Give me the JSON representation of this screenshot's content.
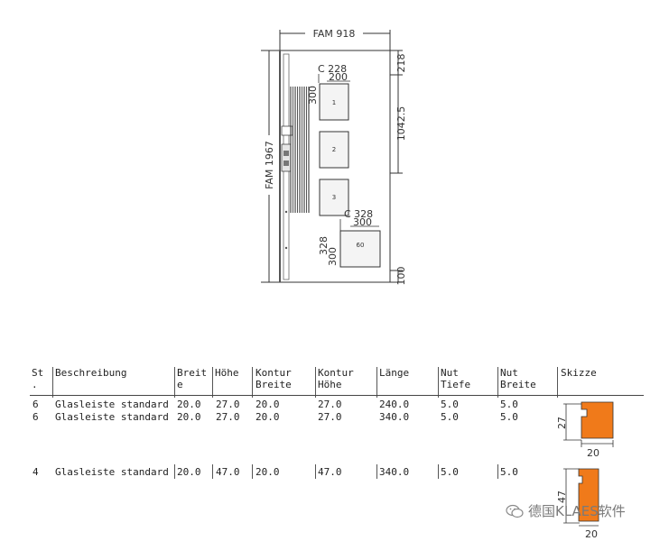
{
  "drawing": {
    "overall_width": "FAM 918",
    "overall_height": "FAM 1967",
    "dim_top_offset": "218",
    "dim_upper_span": "1042.5",
    "dim_bottom_offset": "100",
    "upper_bead_a": "C 228",
    "upper_bead_b": "200",
    "upper_bead_side": "300",
    "lower_bead_a": "C 328",
    "lower_bead_b": "300",
    "lower_bead_side_a": "328",
    "lower_bead_side_b": "300",
    "panes": [
      "1",
      "2",
      "3",
      "60"
    ]
  },
  "table": {
    "headers": {
      "st": "St",
      "st2": ".",
      "beschreibung": "Beschreibung",
      "breite": "Breit",
      "breite2": "e",
      "hoehe": "Höhe",
      "kontur_breite": "Kontur",
      "kontur_breite2": "Breite",
      "kontur_hoehe": "Kontur",
      "kontur_hoehe2": "Höhe",
      "laenge": "Länge",
      "nut_tiefe": "Nut",
      "nut_tiefe2": "Tiefe",
      "nut_breite": "Nut",
      "nut_breite2": "Breite",
      "skizze": "Skizze"
    },
    "rows": [
      {
        "st": "6",
        "beschreibung": "Glasleiste standard",
        "breite": "20.0",
        "hoehe": "27.0",
        "kontur_breite": "20.0",
        "kontur_hoehe": "27.0",
        "laenge": "240.0",
        "nut_tiefe": "5.0",
        "nut_breite": "5.0"
      },
      {
        "st": "6",
        "beschreibung": "Glasleiste standard",
        "breite": "20.0",
        "hoehe": "27.0",
        "kontur_breite": "20.0",
        "kontur_hoehe": "27.0",
        "laenge": "340.0",
        "nut_tiefe": "5.0",
        "nut_breite": "5.0"
      },
      {
        "st": "4",
        "beschreibung": "Glasleiste standard",
        "breite": "20.0",
        "hoehe": "47.0",
        "kontur_breite": "20.0",
        "kontur_hoehe": "47.0",
        "laenge": "340.0",
        "nut_tiefe": "5.0",
        "nut_breite": "5.0"
      }
    ],
    "sketches": [
      {
        "height_label": "27",
        "width_label": "20",
        "fill": "#f07a1a"
      },
      {
        "height_label": "47",
        "width_label": "20",
        "fill": "#f07a1a"
      }
    ]
  },
  "watermark": {
    "text": "德国KLAES软件",
    "color": "#7a7a7a"
  }
}
